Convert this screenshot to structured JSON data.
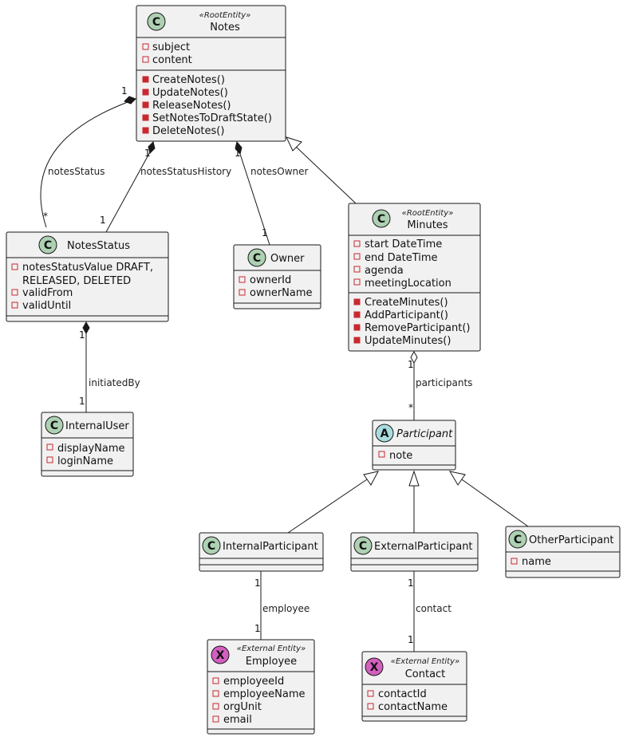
{
  "diagram": {
    "type": "uml-class-diagram",
    "classes": {
      "notes": {
        "kind": "C",
        "stereotype": "«RootEntity»",
        "name": "Notes",
        "fields": [
          "subject",
          "content"
        ],
        "methods": [
          "CreateNotes()",
          "UpdateNotes()",
          "ReleaseNotes()",
          "SetNotesToDraftState()",
          "DeleteNotes()"
        ]
      },
      "notesStatus": {
        "kind": "C",
        "stereotype": "",
        "name": "NotesStatus",
        "fields": [
          "notesStatusValue DRAFT,",
          "RELEASED, DELETED",
          "validFrom",
          "validUntil"
        ],
        "methods": []
      },
      "owner": {
        "kind": "C",
        "stereotype": "",
        "name": "Owner",
        "fields": [
          "ownerId",
          "ownerName"
        ],
        "methods": []
      },
      "minutes": {
        "kind": "C",
        "stereotype": "«RootEntity»",
        "name": "Minutes",
        "fields": [
          "start DateTime",
          "end DateTime",
          "agenda",
          "meetingLocation"
        ],
        "methods": [
          "CreateMinutes()",
          "AddParticipant()",
          "RemoveParticipant()",
          "UpdateMinutes()"
        ]
      },
      "internalUser": {
        "kind": "C",
        "stereotype": "",
        "name": "InternalUser",
        "fields": [
          "displayName",
          "loginName"
        ],
        "methods": []
      },
      "participant": {
        "kind": "A",
        "stereotype": "",
        "name": "Participant",
        "fields": [
          "note"
        ],
        "methods": []
      },
      "internalParticipant": {
        "kind": "C",
        "stereotype": "",
        "name": "InternalParticipant",
        "fields": [],
        "methods": []
      },
      "externalParticipant": {
        "kind": "C",
        "stereotype": "",
        "name": "ExternalParticipant",
        "fields": [],
        "methods": []
      },
      "otherParticipant": {
        "kind": "C",
        "stereotype": "",
        "name": "OtherParticipant",
        "fields": [
          "name"
        ],
        "methods": []
      },
      "employee": {
        "kind": "X",
        "stereotype": "«External Entity»",
        "name": "Employee",
        "fields": [
          "employeeId",
          "employeeName",
          "orgUnit",
          "email"
        ],
        "methods": []
      },
      "contact": {
        "kind": "X",
        "stereotype": "«External Entity»",
        "name": "Contact",
        "fields": [
          "contactId",
          "contactName"
        ],
        "methods": []
      }
    },
    "relations": [
      {
        "from": "notes",
        "to": "notesStatus",
        "type": "composition",
        "label": "notesStatus",
        "fromMult": "1",
        "toMult": "*"
      },
      {
        "from": "notes",
        "to": "notesStatus",
        "type": "composition",
        "label": "notesStatusHistory",
        "fromMult": "1",
        "toMult": "1"
      },
      {
        "from": "notes",
        "to": "owner",
        "type": "composition",
        "label": "notesOwner",
        "fromMult": "1",
        "toMult": "1"
      },
      {
        "from": "minutes",
        "to": "notes",
        "type": "generalization",
        "label": "",
        "fromMult": "",
        "toMult": ""
      },
      {
        "from": "notesStatus",
        "to": "internalUser",
        "type": "composition",
        "label": "initiatedBy",
        "fromMult": "1",
        "toMult": "1"
      },
      {
        "from": "minutes",
        "to": "participant",
        "type": "aggregation",
        "label": "participants",
        "fromMult": "1",
        "toMult": "*"
      },
      {
        "from": "internalParticipant",
        "to": "participant",
        "type": "generalization",
        "label": "",
        "fromMult": "",
        "toMult": ""
      },
      {
        "from": "externalParticipant",
        "to": "participant",
        "type": "generalization",
        "label": "",
        "fromMult": "",
        "toMult": ""
      },
      {
        "from": "otherParticipant",
        "to": "participant",
        "type": "generalization",
        "label": "",
        "fromMult": "",
        "toMult": ""
      },
      {
        "from": "internalParticipant",
        "to": "employee",
        "type": "association",
        "label": "employee",
        "fromMult": "1",
        "toMult": "1"
      },
      {
        "from": "externalParticipant",
        "to": "contact",
        "type": "association",
        "label": "contact",
        "fromMult": "1",
        "toMult": "1"
      }
    ],
    "colors": {
      "classCircle": "#add1b2",
      "abstractCircle": "#a9dcdf",
      "externalCircle": "#d35fbf",
      "memberIcon": "#c82930",
      "boxFill": "#f1f1f1",
      "line": "#181818"
    }
  }
}
